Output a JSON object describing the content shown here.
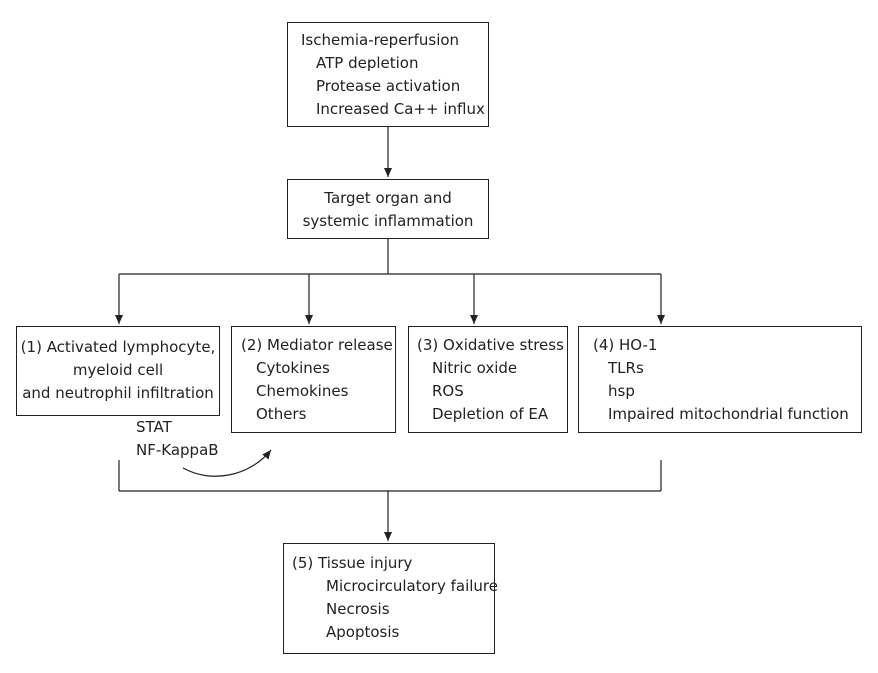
{
  "diagram": {
    "ischemia_box": {
      "title": "Ischemia-reperfusion",
      "items": [
        "ATP depletion",
        "Protease activation",
        "Increased Ca++ influx"
      ]
    },
    "target_box": {
      "lines": [
        "Target organ and",
        "systemic inflammation"
      ]
    },
    "box1": {
      "lines": [
        "(1) Activated lymphocyte,",
        "myeloid cell",
        "and neutrophil infiltration"
      ]
    },
    "box1_signals": [
      "STAT",
      "NF-KappaB"
    ],
    "box2": {
      "title": "(2) Mediator release",
      "items": [
        "Cytokines",
        "Chemokines",
        "Others"
      ]
    },
    "box3": {
      "title": "(3) Oxidative stress",
      "items": [
        "Nitric oxide",
        "ROS",
        "Depletion of EA"
      ]
    },
    "box4": {
      "title": "(4) HO-1",
      "items": [
        "TLRs",
        "hsp",
        "Impaired mitochondrial function"
      ]
    },
    "box5": {
      "title": "(5) Tissue injury",
      "items": [
        "Microcirculatory failure",
        "Necrosis",
        "Apoptosis"
      ]
    }
  }
}
